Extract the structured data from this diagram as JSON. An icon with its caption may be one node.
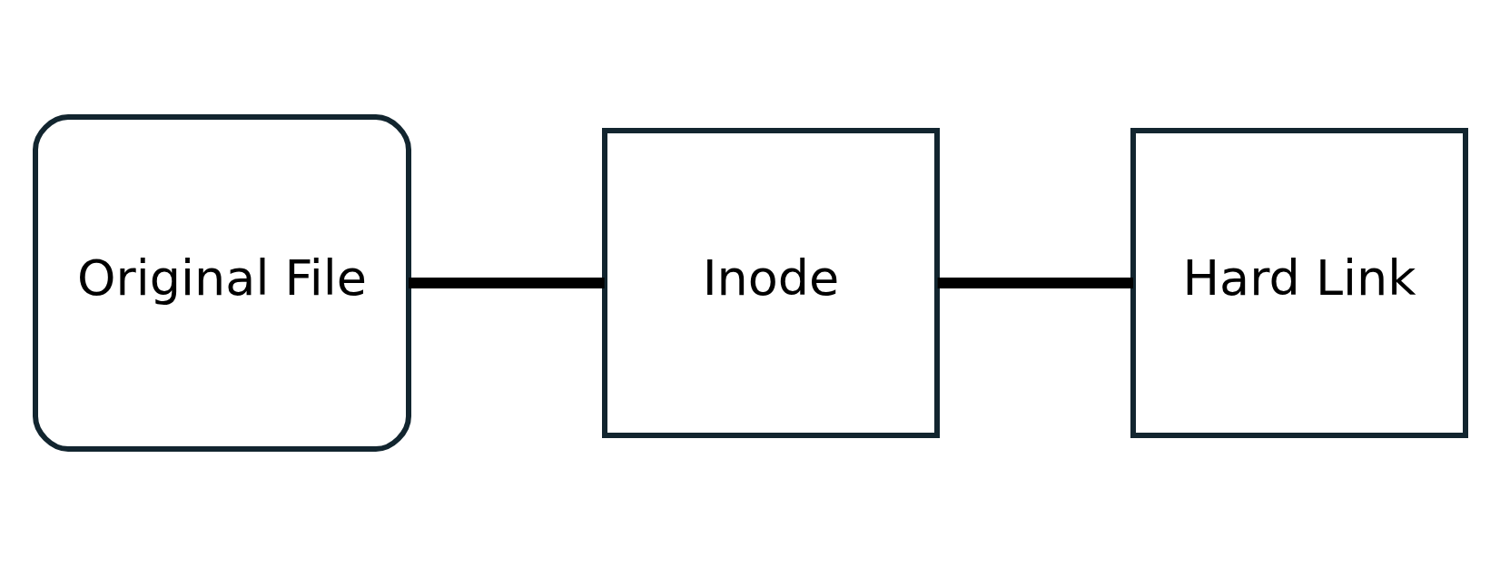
{
  "diagram": {
    "nodes": [
      {
        "text": [
          "Original File"
        ]
      },
      {
        "text": [
          "Inode"
        ]
      },
      {
        "text": [
          "Hard Link"
        ]
      }
    ],
    "edges": [
      {
        "from": 0,
        "to": 1,
        "arrow": "none"
      },
      {
        "from": 1,
        "to": 2,
        "arrow": "none"
      }
    ]
  }
}
